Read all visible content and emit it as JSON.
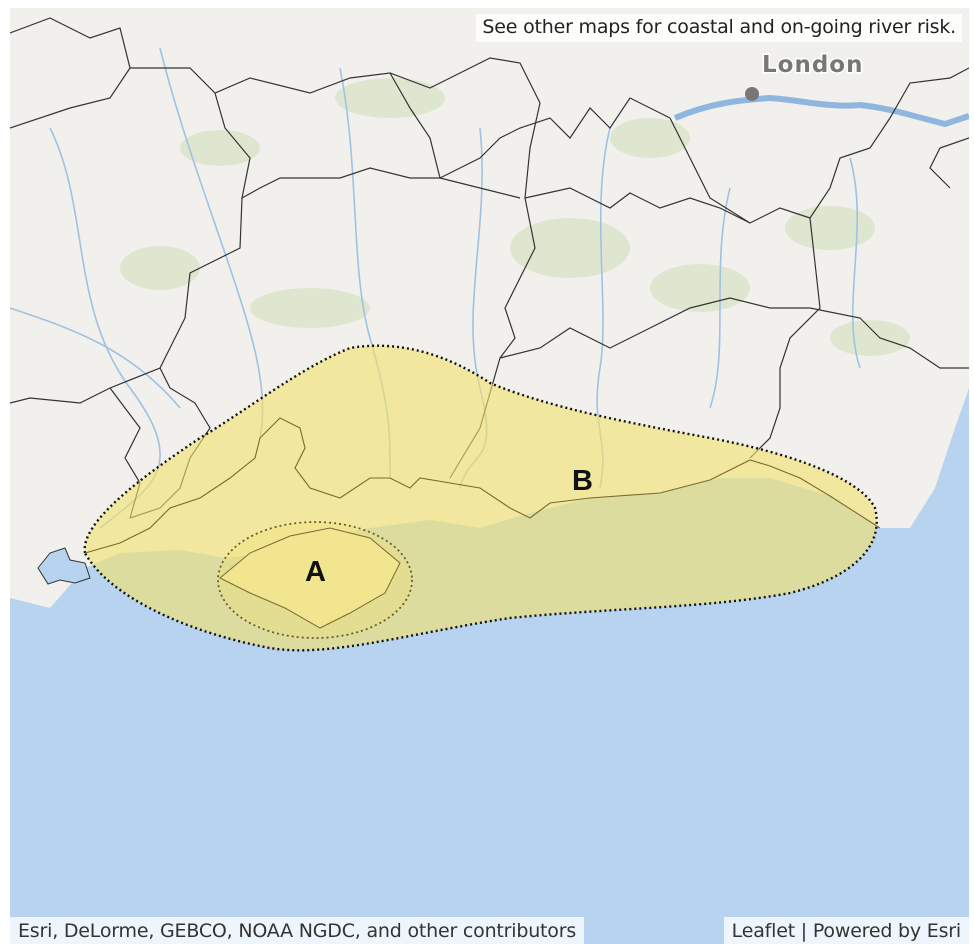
{
  "map": {
    "note": "See other maps for coastal and on-going river risk.",
    "places": {
      "london": "London"
    },
    "zones": [
      {
        "id": "A",
        "label": "A"
      },
      {
        "id": "B",
        "label": "B"
      }
    ],
    "attribution": {
      "tiles": "Esri, DeLorme, GEBCO, NOAA NGDC, and other contributors",
      "leaflet": "Leaflet",
      "separator": "|",
      "powered": "Powered by Esri"
    },
    "colors": {
      "sea": "#b7d3ef",
      "land": "#f1f0ec",
      "zone_fill": "#f2e26d",
      "zone_border": "#111111",
      "boundary": "#333333",
      "river": "#9fc2e3"
    }
  }
}
